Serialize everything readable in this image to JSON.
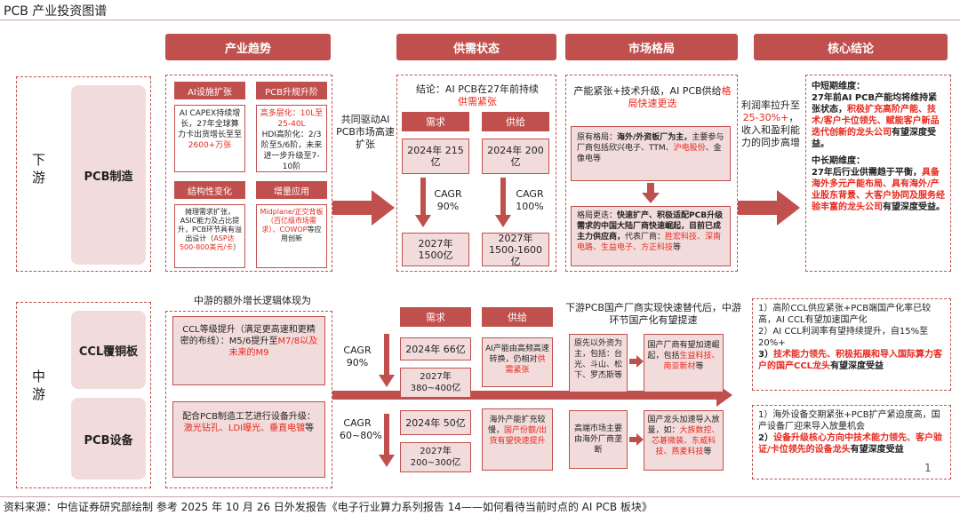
{
  "title": "PCB 产业投资图谱",
  "source": "资料来源：中信证券研究部绘制 参考 2025 年 10 月 26 日外发报告《电子行业算力系列报告 14——如何看待当前时点的 AI PCB 板块》",
  "page_number": "1",
  "headers": {
    "trend": "产业趋势",
    "supply": "供需状态",
    "market": "市场格局",
    "conclusion": "核心结论"
  },
  "downstream": {
    "label": "下游",
    "segment": "PCB制造",
    "cards": {
      "ai_capex": {
        "title": "AI设施扩张",
        "body": "AI CAPEX持续增长，27年全球算力卡出货增长至至",
        "highlight": "2600+万张"
      },
      "pcb_spec": {
        "title": "PCB升规升阶",
        "lines": [
          "高多层化：10L至25-40L",
          "HDI高阶化：2/3阶至5/6阶，未来进一步升级至7-10阶"
        ]
      },
      "structure": {
        "title": "结构性变化",
        "body": "摊理需求扩张，ASIC能力及占比提升，PCB环节具有溢出设计（",
        "highlight": "ASP达500-800美元/卡",
        "tail": "）"
      },
      "incremental": {
        "title": "增量应用",
        "highlight": "Midplane/正交背板（百亿级市场需求）、COWOP",
        "tail": "等应用创新"
      }
    },
    "driver": "共同驱动AI PCB市场高速扩张",
    "conclusion_text": "结论：AI PCB在27年前持续",
    "conclusion_highlight": "供需紧张",
    "demand_label": "需求",
    "supply_label": "供给",
    "demand_2024": "2024年 215亿",
    "supply_2024": "2024年 200亿",
    "demand_cagr": "CAGR 90%",
    "supply_cagr": "CAGR 100%",
    "demand_2027": "2027年 1500亿",
    "supply_2027": "2027年 1500-1600亿",
    "market_intro": "产能紧张+技术升级，AI PCB供给",
    "market_intro_highlight": "格局快速更迭",
    "market_old_prefix": "原有格局：",
    "market_old_bold": "海外/外资板厂为主，",
    "market_old_body": "主要参与厂商包括欣兴电子、TTM、",
    "market_old_red": "沪电股份",
    "market_old_tail": "、金像电等",
    "market_new_prefix": "格局更迭：",
    "market_new_bold": "快速扩产、积极适配PCB升级需求的中国大陆厂商快速崛起，目前已成主力供应商，",
    "market_new_body": "代表厂商：",
    "market_new_red": "胜宏科技、深南电路、生益电子、方正科技",
    "market_new_tail": "等",
    "profit": "利润率拉升至",
    "profit_red": "25-30%+",
    "profit_tail": "，收入和盈利能力的同步高增",
    "core_short_title": "中短期维度：",
    "core_short_bold": "27年前AI PCB产能均将维持紧张状态，",
    "core_short_red": "积极扩充高阶产能、技术/客户卡位领先、赋能客户新品迭代创新的龙头公司",
    "core_short_tail": "有望深度受益。",
    "core_long_title": "中长期维度：",
    "core_long_bold": "27年后行业供需趋于平衡，",
    "core_long_red": "具备海外多元产能布局、具有海外/产业股东背景、大客户协同及服务经验丰富的龙头公司",
    "core_long_tail": "有望深度受益。"
  },
  "midstream": {
    "label": "中游",
    "intro": "中游的额外增长逻辑体现为",
    "ccl": {
      "segment": "CCL覆铜板",
      "body": "CCL等级提升（满足更高速和更精密的布线）：M5/6提升至",
      "highlight": "M7/8以及未来的M9",
      "cagr": "CAGR 90%",
      "demand_label": "需求",
      "supply_label": "供给",
      "y2024": "2024年 66亿",
      "y2027": "2027年 380~400亿",
      "supply_note": "AI产能由高频高速转换，仍相对",
      "supply_note_red": "供需紧张",
      "foreign": "原先以外资为主，包括：台光、斗山、松下、罗杰斯等",
      "domestic": "国产厂商有望加速崛起，包括",
      "domestic_red": "生益科技、南亚新材",
      "domestic_tail": "等",
      "conclusion_1": "1）高阶CCL供应紧张+PCB端国产化率已较高，AI CCL有望加速国产化",
      "conclusion_2": "2）AI CCL利润率有望持续提升，自15%至20%+",
      "conclusion_3_prefix": "3）",
      "conclusion_3_red": "技术能力领先、积极拓展和导入国际算力客户的国产CCL龙头",
      "conclusion_3_tail": "有望深度受益"
    },
    "equipment": {
      "segment": "PCB设备",
      "body": "配合PCB制造工艺进行设备升级：",
      "highlight": "激光钻孔、LDI曝光、垂直电镀",
      "tail": "等",
      "cagr": "CAGR 60~80%",
      "y2024": "2024年 50亿",
      "y2027": "2027年 200~300亿",
      "supply_note": "海外产能扩充较慢，",
      "supply_note_red": "国产份额/出货有望快速提升",
      "foreign": "高端市场主要由海外厂商垄断",
      "domestic": "国产龙头加速导入放量，如：",
      "domestic_red": "大族数控、芯碁微装、东威科技、燕麦科技",
      "domestic_tail": "等",
      "conclusion_1": "1）海外设备交期紧张+PCB扩产紧迫度高，国产设备厂迎来导入放量机会",
      "conclusion_2_prefix": "2）",
      "conclusion_2_red": "设备升级核心方向中技术能力领先、客户验证/卡位领先的设备龙头",
      "conclusion_2_tail": "有望深度受益"
    },
    "substitution": "下游PCB国产厂商实现快速替代后，中游环节国产化有望提速"
  }
}
